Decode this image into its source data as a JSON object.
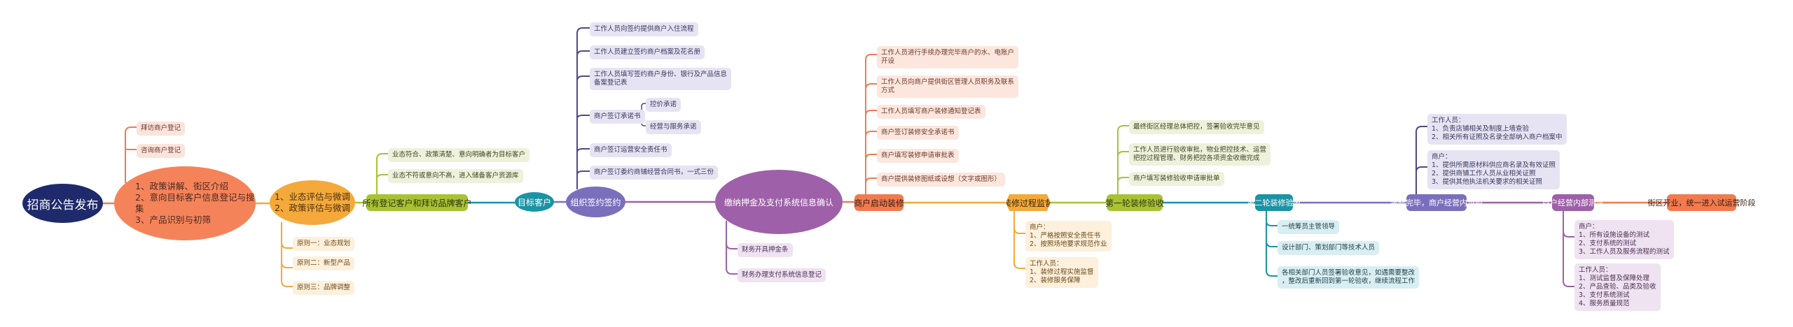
{
  "diagram": {
    "root": "招商公告发布",
    "intro": {
      "text": "1、政策讲解、街区介绍\n2、意向目标客户信息登记与搜集\n3、产品识别与初筛",
      "children": [
        "拜访商户登记",
        "咨询商户登记"
      ]
    },
    "evaluation": {
      "text": "1、业态评估与微调\n2、政策评估与微调",
      "children": [
        "原则一：业态规划",
        "原则二：新型产品",
        "原则三：品牌调整"
      ]
    },
    "all_clients": {
      "text": "所有登记客户和拜访品牌客户",
      "children": [
        "业态符合、政策清楚、意向明确者为目标客户",
        "业态不符或意向不高，进入储备客户资源库"
      ]
    },
    "target_clients": {
      "text": "目标客户"
    },
    "signing": {
      "text": "组织签约签约",
      "children": [
        "工作人员向签约提供商户入住流程",
        "工作人员建立签约商户档案及花名册",
        "工作人员填写签约商户身份、银行及产品信息\n备案登记表",
        "商户签订承诺书",
        "商户签订运营安全责任书",
        "商户签订委约商铺经营合同书，一式三份"
      ],
      "pledge_children": [
        "控价承诺",
        "经营与服务承诺"
      ]
    },
    "deposit": {
      "text": "缴纳押金及支付系统信息确认",
      "children": [
        "财务开具押金条",
        "财务办理支付系统信息登记"
      ]
    },
    "deco_start": {
      "text": "商户启动装修",
      "children": [
        "工作人员进行手续办理完毕商户的水、电账户\n开设",
        "工作人员向商户提供街区管理人员职务及联系\n方式",
        "工作人员填写商户装修通知登记表",
        "商户签订装修安全承诺书",
        "商户填写装修申请审批表",
        "商户提供装修图纸或设想（文字或图形）"
      ]
    },
    "supervision": {
      "text": "装修过程监督",
      "children": [
        "商户：\n1、严格按照安全责任书\n2、按照场地要求规范作业",
        "工作人员：\n1、装修过程实施监督\n2、装修服务保障"
      ]
    },
    "check1": {
      "text": "第一轮装修验收",
      "children": [
        "最终街区经理总体把控，签署验收完毕意见",
        "工作人员进行验收审批，物业把控技术、运营\n把控过程管理、财务把控各项资金收缴完成",
        "商户填写装修验收申请审批单"
      ]
    },
    "check2": {
      "text": "第二轮装修验收",
      "children": [
        "一统筹员主管领导",
        "设计部门、策划部门等技术人员",
        "各相关部门人员签署验收意见，如遇需要整改\n，整改后重新回到第一轮验收，继续流程工作"
      ]
    },
    "pre_test": {
      "text": "装修完毕，商户经营内测前",
      "children": [
        "工作人员：\n1、负责店铺相关及制度上墙查验\n2、相关所有证照及名录全部纳入商户档案中",
        "商户：\n1、提供所需原材料供应商名录及有效证照\n2、提供商铺工作人员从业相关证照\n3、提供其他执法机关要求的相关证照"
      ]
    },
    "internal_test": {
      "text": "商户经营内部测试",
      "children": [
        "商户：\n1、所有设施设备的测试\n2、支付系统的测试\n3、工作人员及服务流程的测试",
        "工作人员：\n1、测试监督及保障处理\n2、产品查验、品类及验收\n3、支付系统测试\n4、服务质量规范"
      ]
    },
    "opening": {
      "text": "街区开业，统一进入试运营阶段"
    },
    "colors": {
      "navy": "#1e2a6b",
      "orange": "#f5835a",
      "amber": "#f4a93a",
      "lime": "#a9c233",
      "teal": "#1a93a5",
      "lavender": "#7a6fbd",
      "purple": "#9e60a8"
    }
  }
}
